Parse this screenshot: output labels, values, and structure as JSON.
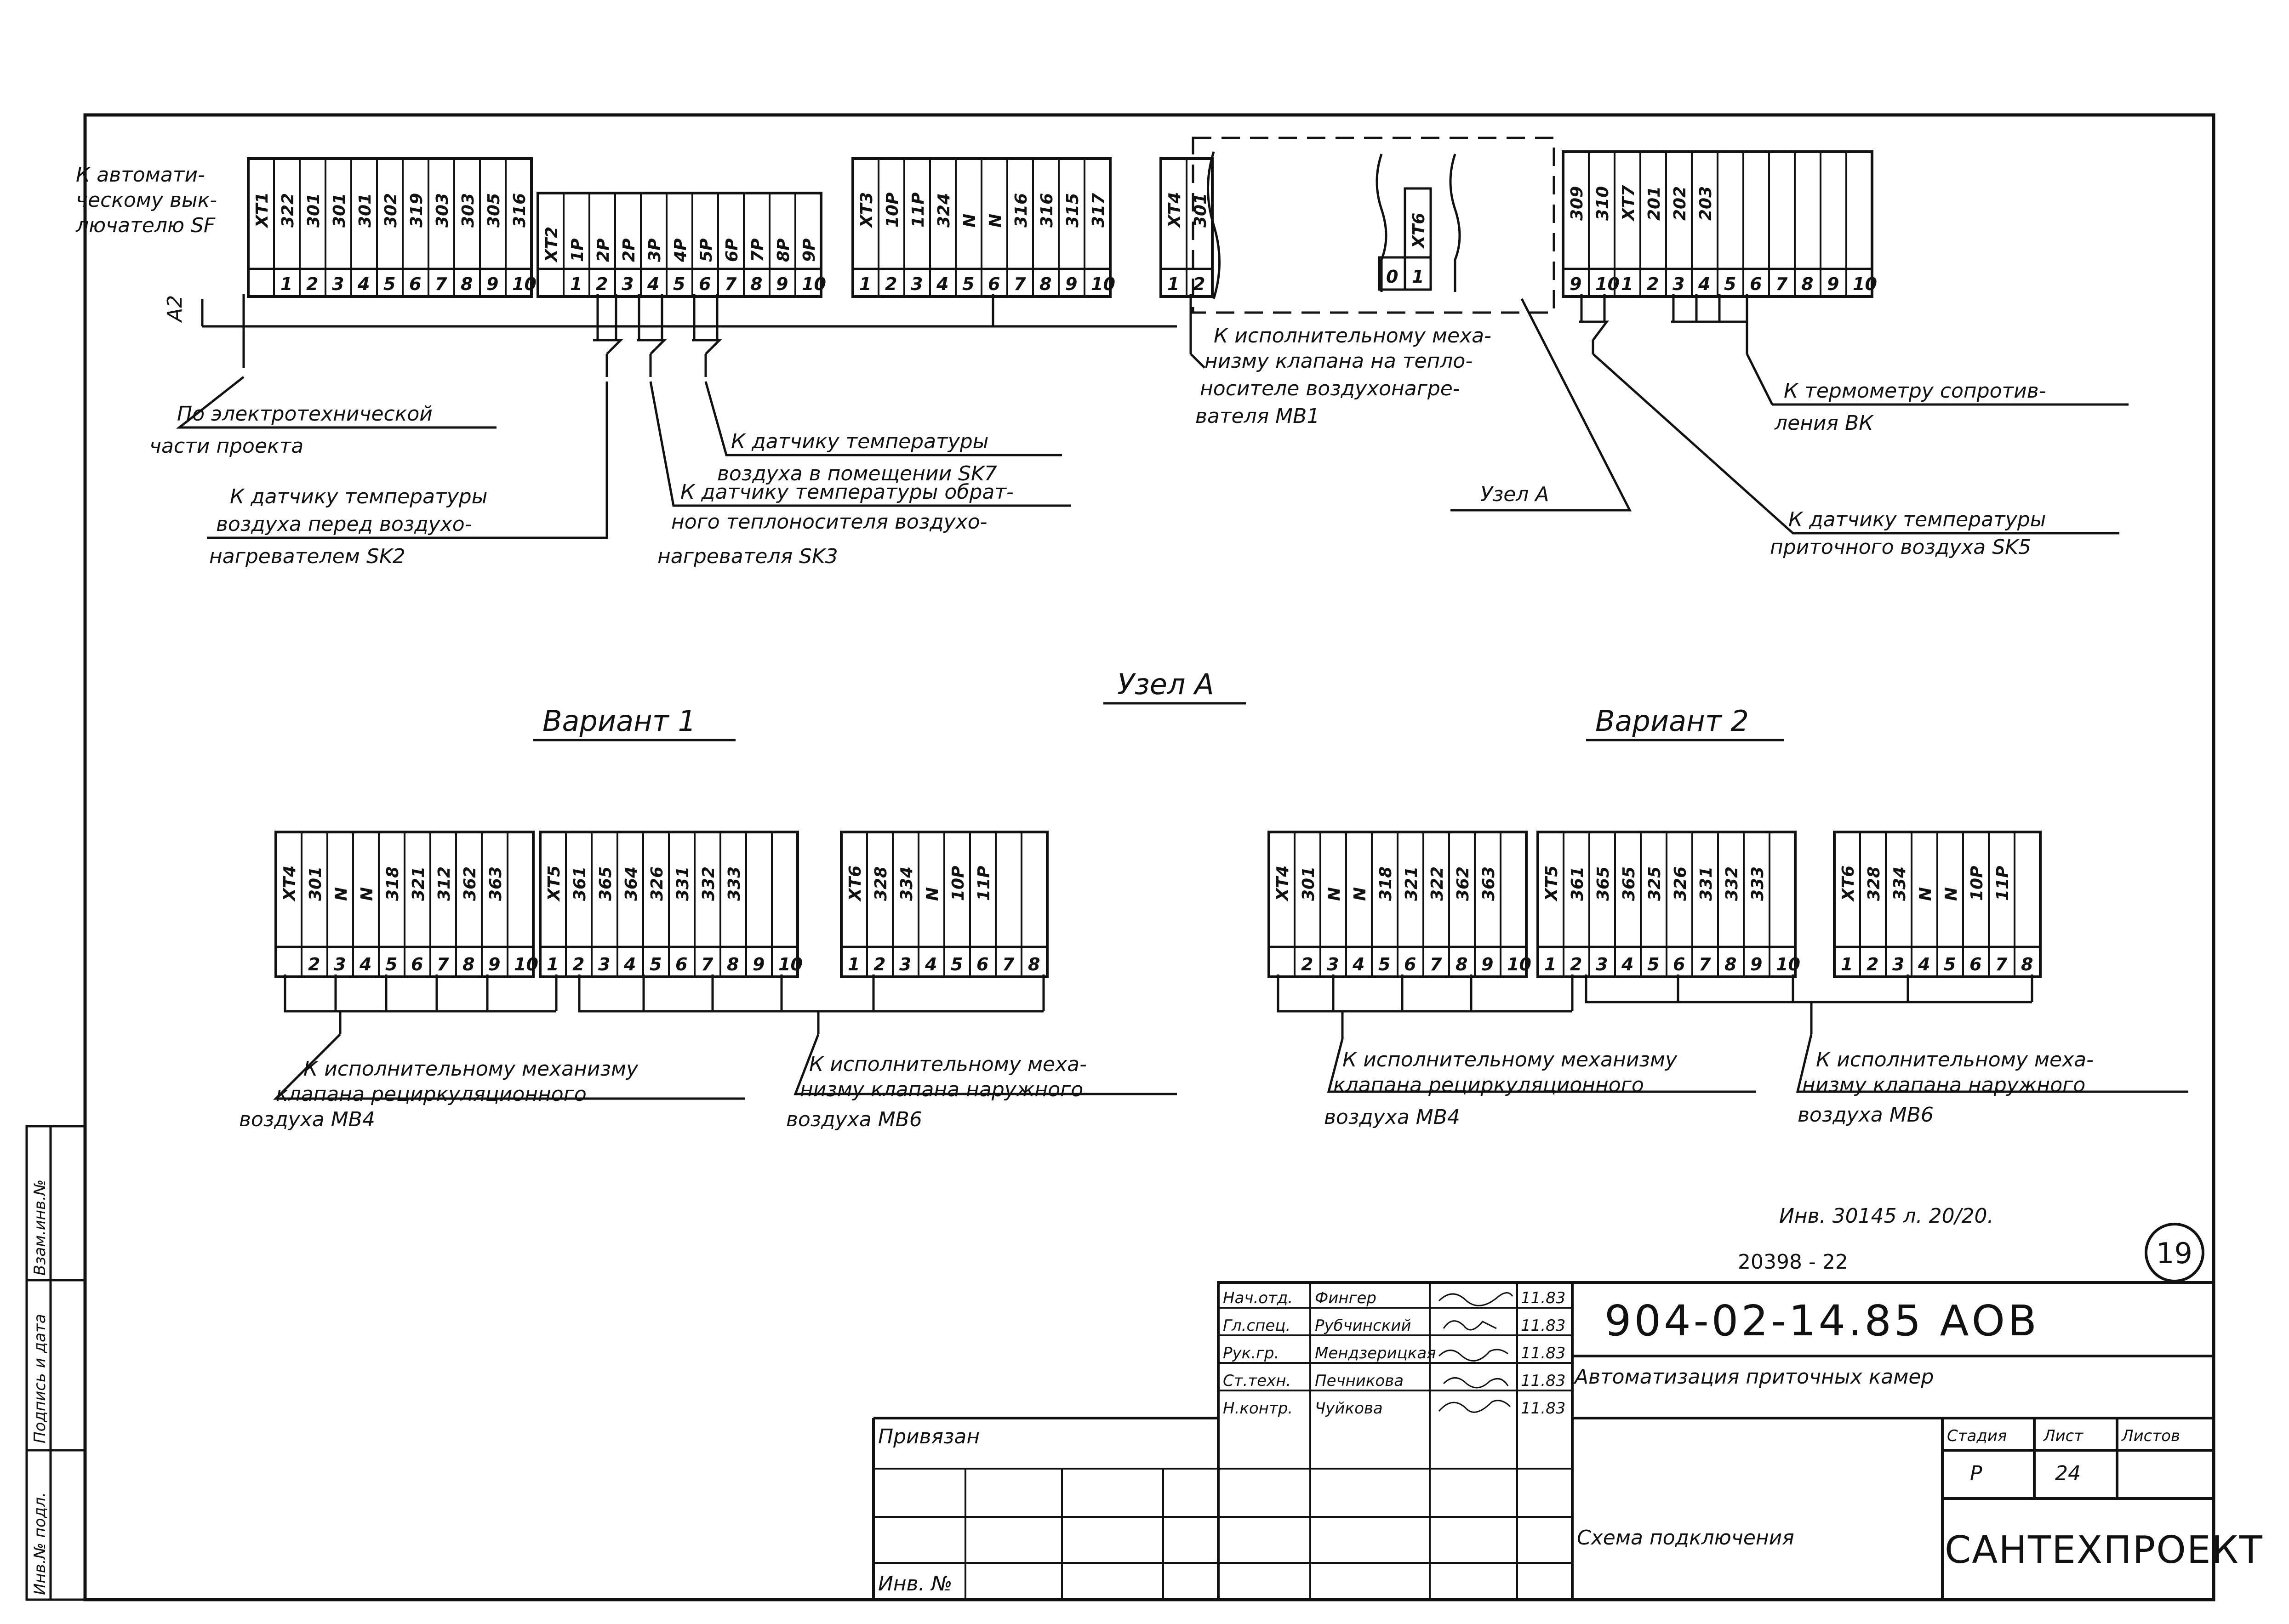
{
  "top_notes": {
    "sf": [
      "К автомати-",
      "ческому вык-",
      "лючателю SF"
    ],
    "a2": "А2",
    "electro": [
      "По электротехнической",
      "части проекта"
    ],
    "sk2": [
      "К датчику температуры",
      "воздуха перед воздухо-",
      "нагревателем SK2"
    ],
    "sk7": [
      "К датчику температуры",
      "воздуха в помещении SK7"
    ],
    "sk3": [
      "К датчику температуры обрат-",
      "ного теплоносителя воздухо-",
      "нагревателя SK3"
    ],
    "mb1": [
      "К исполнительному меха-",
      "низму клапана на тепло-",
      "носителе воздухонагре-",
      "вателя МВ1"
    ],
    "uzel": "Узел А",
    "bk": [
      "К термометру сопротив-",
      "ления ВК"
    ],
    "sk5": [
      "К датчику температуры",
      "приточного воздуха SK5"
    ]
  },
  "node_title": "Узел А",
  "variant1": {
    "title": "Вариант 1",
    "mb4": [
      "К исполнительному механизму",
      "клапана рециркуляционного",
      "воздуха МВ4"
    ],
    "mb6": [
      "К исполнительному меха-",
      "низму клапана наружного",
      "воздуха МВ6"
    ]
  },
  "variant2": {
    "title": "Вариант 2",
    "mb4": [
      "К исполнительному механизму",
      "клапана рециркуляционного",
      "воздуха МВ4"
    ],
    "mb6": [
      "К исполнительному меха-",
      "низму клапана наружного",
      "воздуха МВ6"
    ]
  },
  "terminals": {
    "xt1": {
      "top": [
        "XT1",
        "322",
        "301",
        "301",
        "301",
        "302",
        "319",
        "303",
        "303",
        "305",
        "316"
      ],
      "bottom": [
        "",
        "1",
        "2",
        "3",
        "4",
        "5",
        "6",
        "7",
        "8",
        "9",
        "10"
      ]
    },
    "xt2": {
      "top": [
        "XT2",
        "1P",
        "2P",
        "2P",
        "3P",
        "4P",
        "5P",
        "6P",
        "7P",
        "8P",
        "9P"
      ],
      "bottom": [
        "1",
        "2",
        "3",
        "4",
        "5",
        "6",
        "7",
        "8",
        "9",
        "10"
      ]
    },
    "xt3": {
      "top": [
        "XT3",
        "10P",
        "11P",
        "324",
        "N",
        "N",
        "316",
        "316",
        "315",
        "317"
      ],
      "bottom": [
        "1",
        "2",
        "3",
        "4",
        "5",
        "6",
        "7",
        "8",
        "9",
        "10"
      ]
    },
    "xt4": {
      "top": [
        "XT4",
        "301"
      ],
      "bottom": [
        "1",
        "2"
      ]
    },
    "xt6": {
      "top": [
        "XT6"
      ],
      "bottom": [
        "0",
        "1"
      ]
    },
    "xt7": {
      "top": [
        "309",
        "310",
        "XT7",
        "201",
        "202",
        "203"
      ],
      "bottom": [
        "9",
        "10",
        "1",
        "2",
        "3",
        "4",
        "5",
        "6",
        "7",
        "8",
        "9",
        "10"
      ]
    },
    "v1a": {
      "top": [
        "XT4",
        "301",
        "N",
        "N",
        "318",
        "321",
        "312",
        "362",
        "363"
      ],
      "bottom": [
        "2",
        "3",
        "4",
        "5",
        "6",
        "7",
        "8",
        "9",
        "10"
      ]
    },
    "v1b": {
      "top": [
        "XT5",
        "361",
        "365",
        "364",
        "326",
        "331",
        "332",
        "333"
      ],
      "bottom": [
        "1",
        "2",
        "3",
        "4",
        "5",
        "6",
        "7",
        "8",
        "9",
        "10"
      ]
    },
    "v1c": {
      "top": [
        "XT6",
        "328",
        "334",
        "N",
        "10P",
        "11P"
      ],
      "bottom": [
        "1",
        "2",
        "3",
        "4",
        "5",
        "6",
        "7",
        "8"
      ]
    },
    "v2a": {
      "top": [
        "XT4",
        "301",
        "N",
        "N",
        "318",
        "321",
        "322",
        "362",
        "363"
      ],
      "bottom": [
        "2",
        "3",
        "4",
        "5",
        "6",
        "7",
        "8",
        "9",
        "10"
      ]
    },
    "v2b": {
      "top": [
        "XT5",
        "361",
        "365",
        "365",
        "325",
        "326",
        "331",
        "332",
        "333"
      ],
      "bottom": [
        "1",
        "2",
        "3",
        "4",
        "5",
        "6",
        "7",
        "8",
        "9",
        "10"
      ]
    },
    "v2c": {
      "top": [
        "XT6",
        "328",
        "334",
        "N",
        "N",
        "10P",
        "11P"
      ],
      "bottom": [
        "1",
        "2",
        "3",
        "4",
        "5",
        "6",
        "7",
        "8"
      ]
    }
  },
  "stamp": {
    "ref": "Инв. 30145 л. 20/20.",
    "code": "20398 - 22",
    "sheet_circle": "19",
    "designation": "904-02-14.85 АОВ",
    "title": "Автоматизация приточных камер",
    "subtitle": "Схема подключения",
    "org": "САНТЕХПРОЕКТ",
    "stage_label": "Стадия",
    "stage": "Р",
    "sheet_label": "Лист",
    "sheet": "24",
    "sheets_label": "Листов",
    "tied": "Привязан",
    "inv": "Инв. №",
    "people": [
      {
        "role": "Нач.отд.",
        "name": "Фингер",
        "date": "11.83"
      },
      {
        "role": "Гл.спец.",
        "name": "Рубчинский",
        "date": "11.83"
      },
      {
        "role": "Рук.гр.",
        "name": "Мендзерицкая",
        "date": "11.83"
      },
      {
        "role": "Ст.техн.",
        "name": "Печникова",
        "date": "11.83"
      },
      {
        "role": "Н.контр.",
        "name": "Чуйкова",
        "date": "11.83"
      }
    ]
  },
  "side_stamp": [
    "Инв.№ подл.",
    "Подпись и дата",
    "Взам.инв.№"
  ]
}
